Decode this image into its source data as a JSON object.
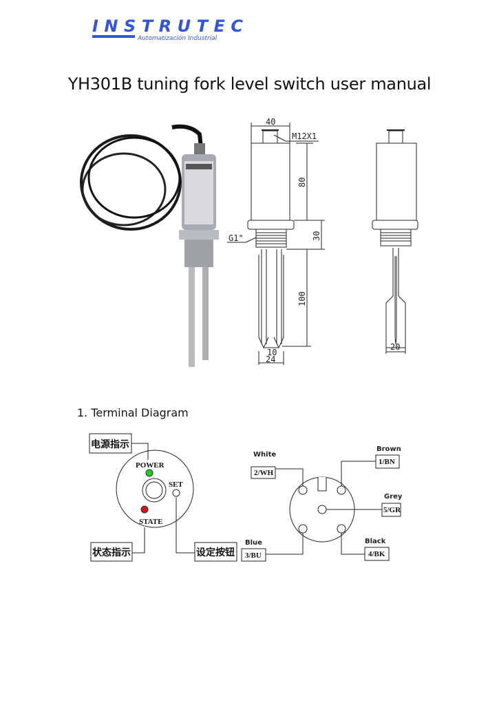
{
  "logo": {
    "brand": "INSTRUTEC",
    "tagline": "Automatización Industrial",
    "color": "#3355dd"
  },
  "document": {
    "title": "YH301B tuning fork level switch user manual",
    "section_1": "1.  Terminal Diagram"
  },
  "dimension_drawing": {
    "width_top": "40",
    "connector": "M12X1",
    "body_height": "80",
    "thread_height": "30",
    "thread": "G1\"",
    "fork_length": "100",
    "fork_gap": "10",
    "fork_width": "24",
    "blade_width": "20"
  },
  "terminal_panel": {
    "power_label": "POWER",
    "set_label": "SET",
    "state_label": "STATE",
    "power_indicator_cn": "电源指示",
    "state_indicator_cn": "状态指示",
    "set_button_cn": "设定按钮",
    "power_led_color": "#22cc22",
    "state_led_color": "#dd1111"
  },
  "connector_pins": {
    "white": {
      "color_name": "White",
      "code": "2/WH"
    },
    "brown": {
      "color_name": "Brown",
      "code": "1/BN"
    },
    "grey": {
      "color_name": "Grey",
      "code": "5/GR"
    },
    "black": {
      "color_name": "Black",
      "code": "4/BK"
    },
    "blue": {
      "color_name": "Blue",
      "code": "3/BU"
    }
  }
}
